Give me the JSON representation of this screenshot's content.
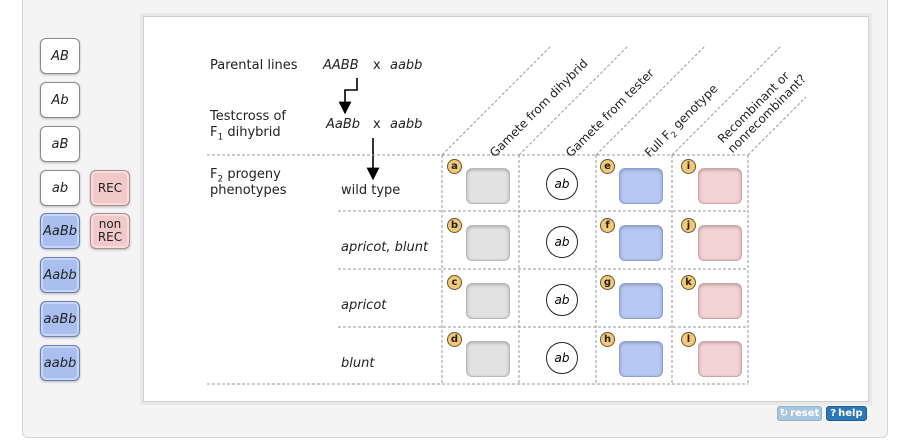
{
  "tiles": {
    "genotypes": [
      "AB",
      "Ab",
      "aB",
      "ab"
    ],
    "full_genotypes": [
      "AaBb",
      "Aabb",
      "aaBb",
      "aabb"
    ],
    "rec": "REC",
    "nonrec_line1": "non",
    "nonrec_line2": "REC"
  },
  "labels": {
    "parental_lines": "Parental lines",
    "parental_cross_left": "AABB",
    "cross_x": "x",
    "parental_cross_right": "aabb",
    "testcross_line1": "Testcross of",
    "testcross_f": "F",
    "testcross_sub": "1",
    "testcross_line2_rest": " dihybrid",
    "testcross_left": "AaBb",
    "testcross_right": "aabb",
    "progeny_f": "F",
    "progeny_sub": "2",
    "progeny_line1_rest": " progeny",
    "progeny_line2": "phenotypes"
  },
  "headers": {
    "gamete_dihybrid": "Gamete from dihybrid",
    "gamete_tester": "Gamete from tester",
    "full_pre": "Full F",
    "full_sub": "2",
    "full_post": " genotype",
    "recomb_line1": "Recombinant or",
    "recomb_line2": "nonrecombinant?"
  },
  "rows": [
    {
      "phenotype": "wild type",
      "a": "a",
      "e": "e",
      "i": "i",
      "tester": "ab"
    },
    {
      "phenotype": "apricot, blunt",
      "a": "b",
      "e": "f",
      "i": "j",
      "tester": "ab"
    },
    {
      "phenotype": "apricot",
      "a": "c",
      "e": "g",
      "i": "k",
      "tester": "ab"
    },
    {
      "phenotype": "blunt",
      "a": "d",
      "e": "h",
      "i": "l",
      "tester": "ab"
    }
  ],
  "buttons": {
    "reset": "reset",
    "help": "help"
  }
}
